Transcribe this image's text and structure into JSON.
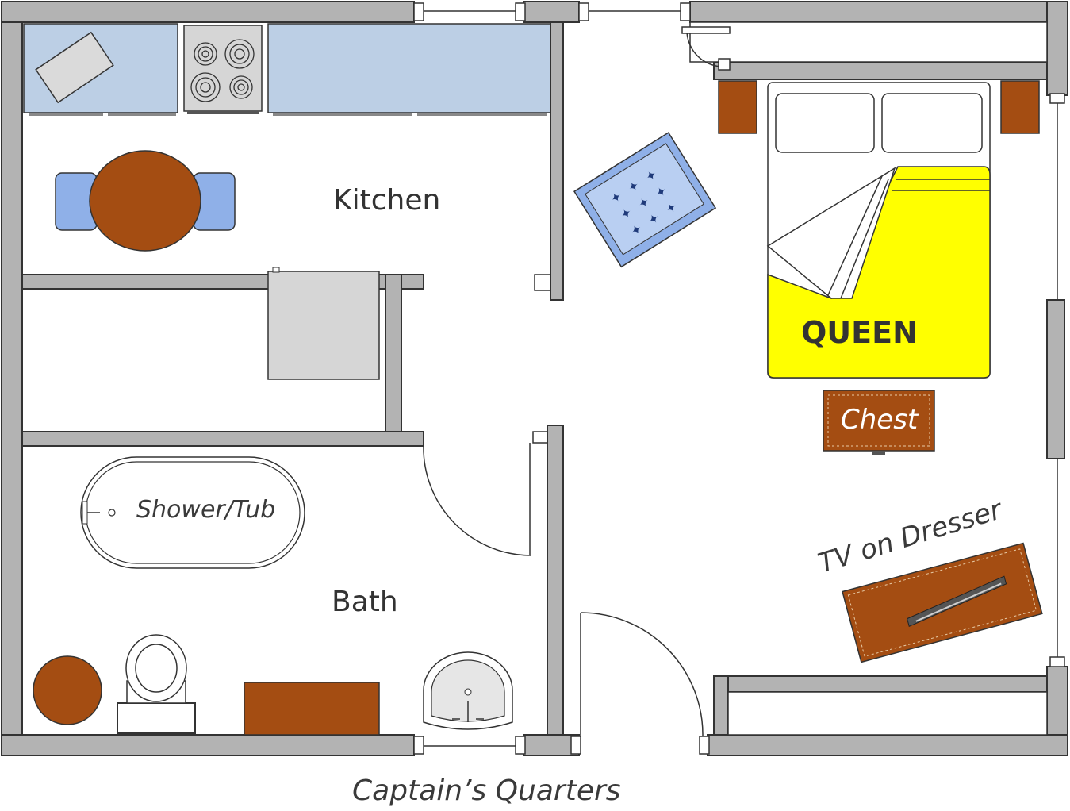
{
  "plan": {
    "title": "Captain’s Quarters",
    "rooms": {
      "kitchen": "Kitchen",
      "bath": "Bath"
    },
    "fixtures": {
      "shower": "Shower/Tub",
      "bed": "QUEEN",
      "chest": "Chest",
      "tv": "TV on Dresser"
    },
    "colors": {
      "wall": "#b3b3b3",
      "counter": "#bccfe5",
      "wood": "#a44d12",
      "bedspread": "#ffff00",
      "chair": "#8fb0e8"
    }
  }
}
